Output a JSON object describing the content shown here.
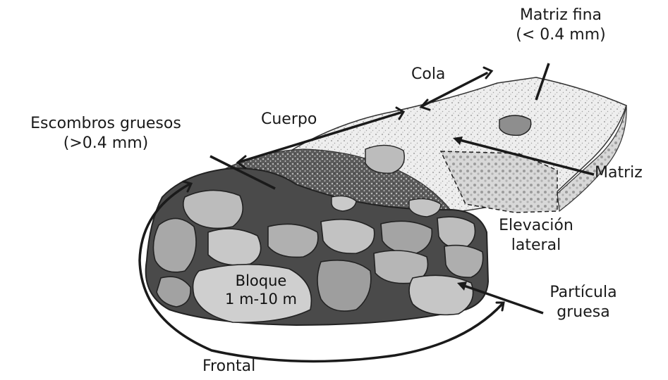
{
  "labels": {
    "matriz_fina": "Matriz fina",
    "matriz_fina_size": "(< 0.4 mm)",
    "cola": "Cola",
    "cuerpo": "Cuerpo",
    "escombros": "Escombros gruesos",
    "escombros_size": "(>0.4 mm)",
    "matriz": "Matriz",
    "elevacion_1": "Elevación",
    "elevacion_2": "lateral",
    "bloque": "Bloque",
    "bloque_size": "1 m-10 m",
    "particula_1": "Partícula",
    "particula_2": "gruesa",
    "frontal": "Frontal"
  },
  "colors": {
    "ink": "#1a1a1a",
    "rock_light": "#c4c4c4",
    "rock_mid": "#9a9a9a",
    "rock_dark": "#6e6e6e",
    "matrix_fine": "#ececec",
    "matrix_dark": "#3a3a3a"
  }
}
